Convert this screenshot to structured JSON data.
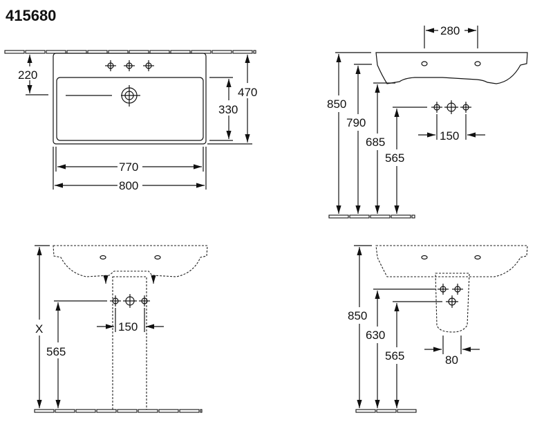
{
  "title": "415680",
  "top_view": {
    "d220": "220",
    "d330": "330",
    "d470": "470",
    "d770": "770",
    "d800": "800"
  },
  "side_view": {
    "d280": "280",
    "d850": "850",
    "d790": "790",
    "d685": "685",
    "d565": "565",
    "d150": "150"
  },
  "front_pedestal_view": {
    "dX": "X",
    "d565": "565",
    "d150": "150"
  },
  "side_pedestal_view": {
    "d850": "850",
    "d630": "630",
    "d565": "565",
    "d80": "80"
  }
}
